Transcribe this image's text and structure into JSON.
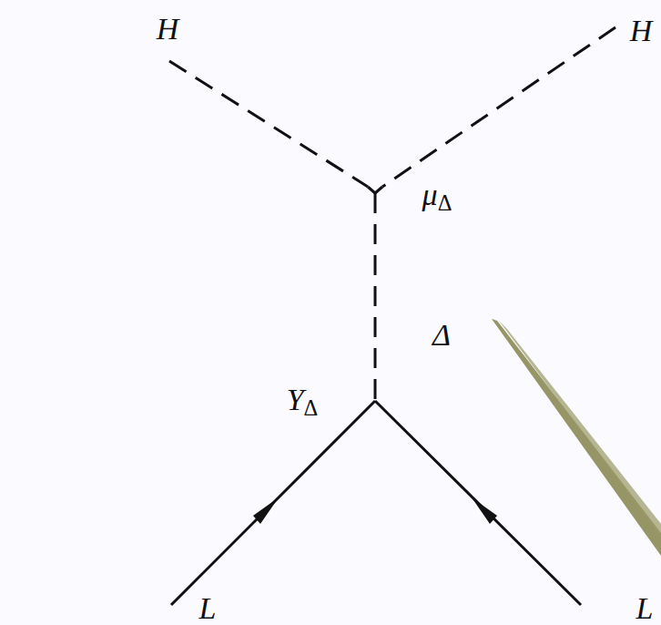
{
  "diagram": {
    "labels": [
      "H",
      "H",
      "μΔ",
      "Δ",
      "YΔ",
      "L",
      "L"
    ]
  }
}
